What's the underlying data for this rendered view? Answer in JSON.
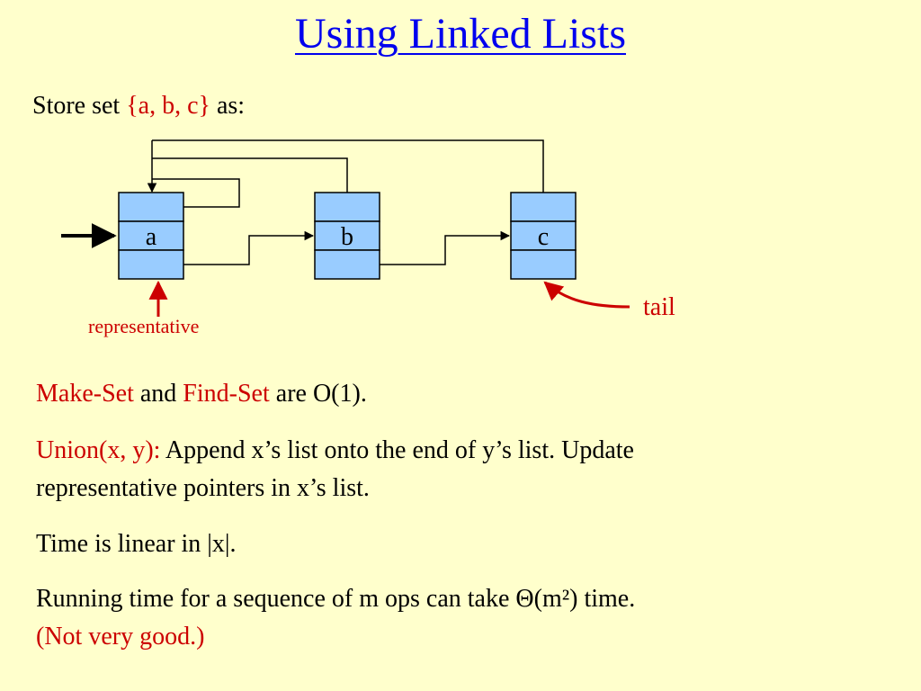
{
  "slide": {
    "title": "Using Linked Lists",
    "intro": {
      "prefix": "Store set ",
      "set": "{a, b, c}",
      "suffix": " as:"
    },
    "diagram": {
      "nodes": [
        "a",
        "b",
        "c"
      ],
      "representative_label": "representative",
      "tail_label": "tail"
    },
    "paragraphs": {
      "p1": {
        "make_set": "Make-Set",
        "and": " and ",
        "find_set": "Find-Set",
        "rest": " are O(1)."
      },
      "p2": {
        "union": "Union(x, y):",
        "line1_rest": " Append x’s list onto the end of y’s list.  Update",
        "line2": "representative pointers in x’s list."
      },
      "p3": {
        "text": "Time is linear in |x|."
      },
      "p4": {
        "line1": "Running time for a sequence of m ops can take Θ(m²) time.",
        "line2": "(Not very good.)"
      }
    }
  },
  "colors": {
    "background": "#ffffcc",
    "title": "#0000ee",
    "accent_red": "#cc0000",
    "node_fill": "#99ccff"
  }
}
